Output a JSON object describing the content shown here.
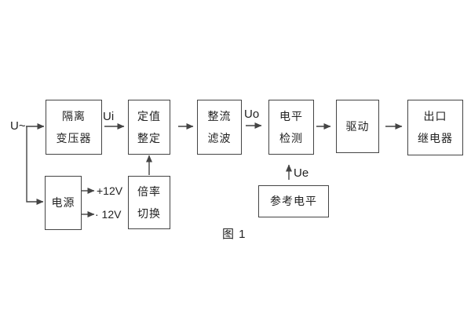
{
  "figure": {
    "caption": "图 1"
  },
  "signals": {
    "input": "U~",
    "ui": "Ui",
    "uo": "Uo",
    "ue": "Ue",
    "plus12": "+12V",
    "minus12": "· 12V"
  },
  "blocks": {
    "isolation_transformer": {
      "line1": "隔离",
      "line2": "变压器"
    },
    "setting": {
      "line1": "定值",
      "line2": "整定"
    },
    "rectifier_filter": {
      "line1": "整流",
      "line2": "滤波"
    },
    "level_detection": {
      "line1": "电平",
      "line2": "检测"
    },
    "drive": {
      "label": "驱动"
    },
    "output_relay": {
      "line1": "出口",
      "line2": "继电器"
    },
    "power": {
      "label": "电源"
    },
    "multiplier_switch": {
      "line1": "倍率",
      "line2": "切换"
    },
    "reference_level": {
      "label": "参考电平"
    }
  },
  "colors": {
    "line": "#444444",
    "text": "#222222",
    "background": "#ffffff"
  }
}
